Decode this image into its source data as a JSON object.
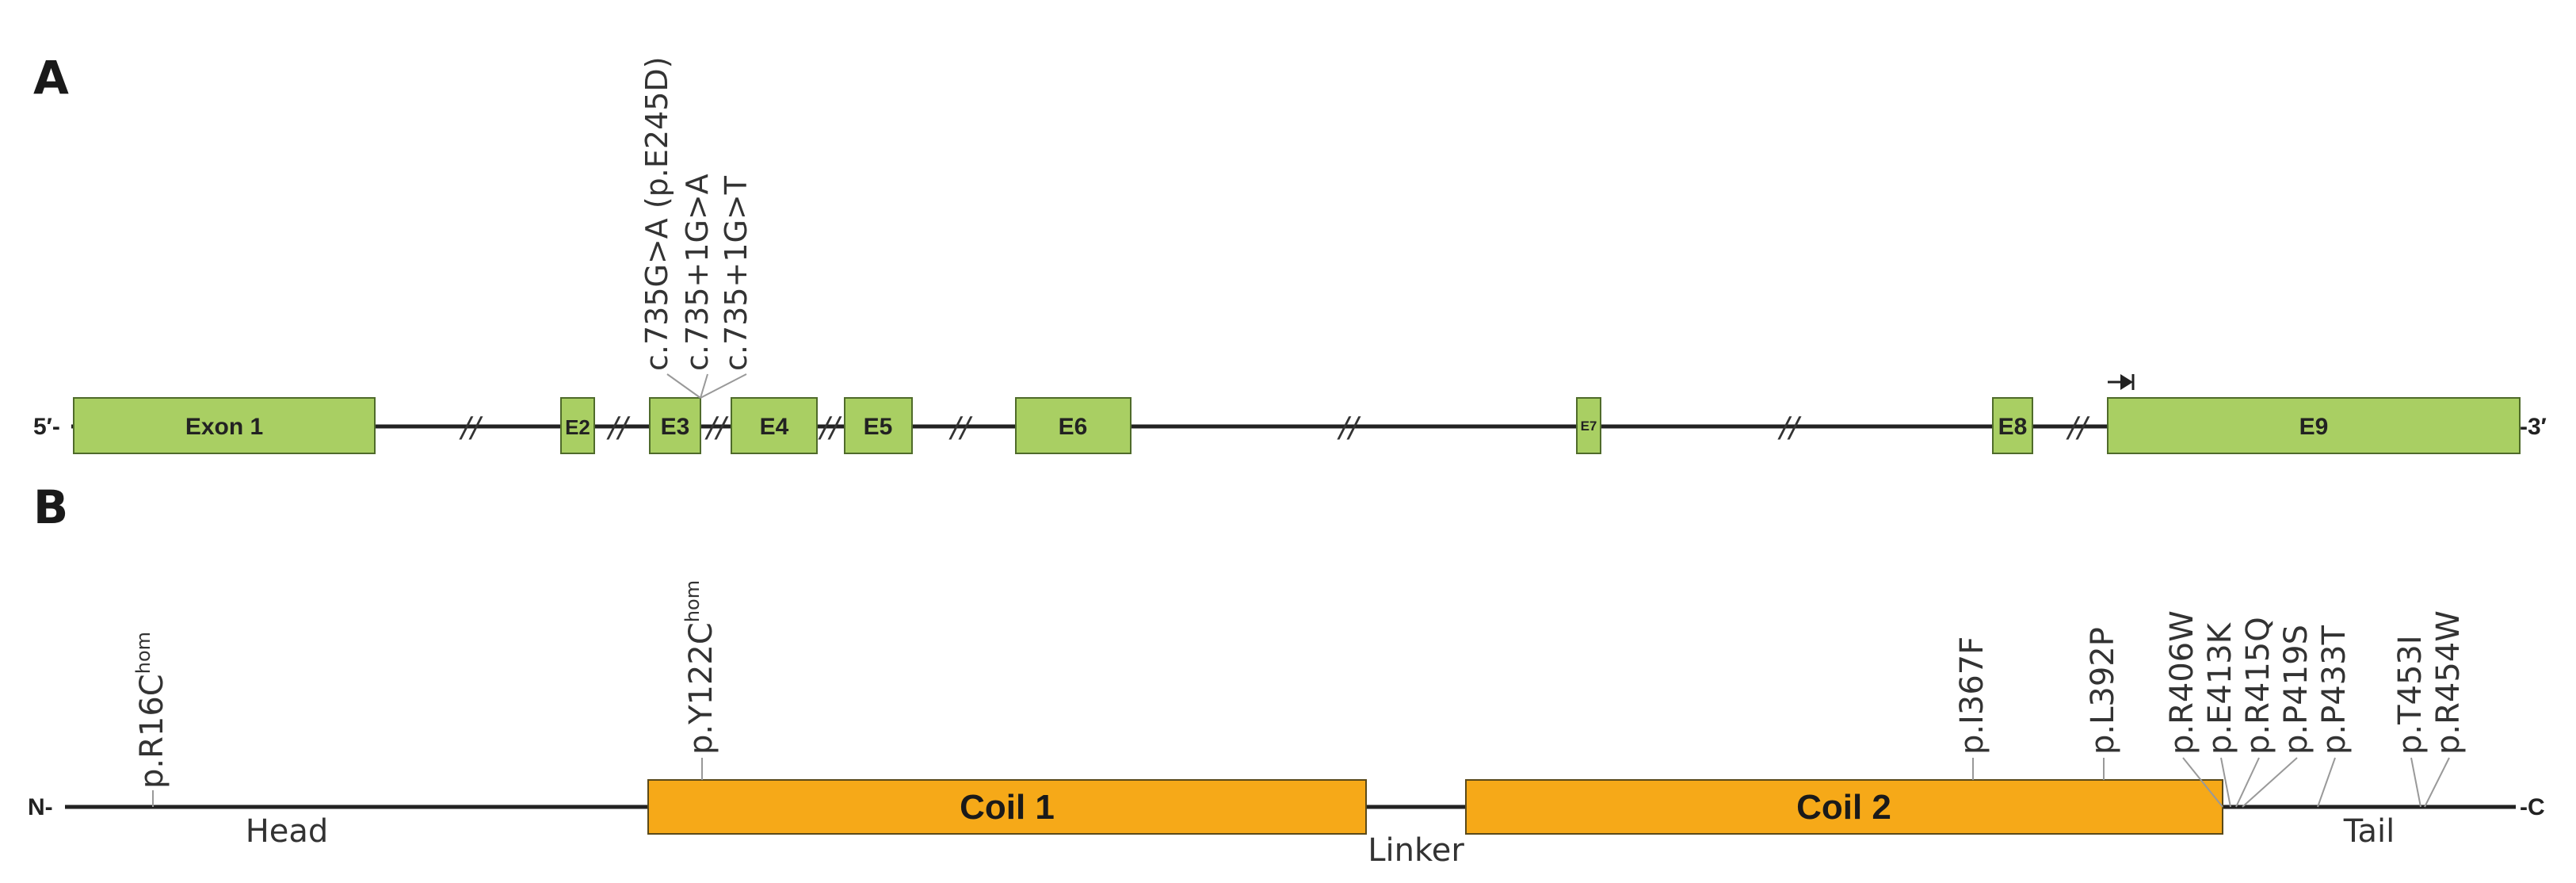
{
  "panel_a": {
    "letter": "A",
    "five_prime": "5′-",
    "three_prime": "-3′",
    "exons": [
      {
        "label": "Exon 1",
        "size": "large"
      },
      {
        "label": "E2",
        "size": "small"
      },
      {
        "label": "E3",
        "size": "normal"
      },
      {
        "label": "E4",
        "size": "normal"
      },
      {
        "label": "E5",
        "size": "normal"
      },
      {
        "label": "E6",
        "size": "normal"
      },
      {
        "label": "E7",
        "size": "tiny"
      },
      {
        "label": "E8",
        "size": "normal"
      },
      {
        "label": "E9",
        "size": "large"
      }
    ],
    "intron_break_mark": "//",
    "variants": [
      "c.735G>A (p.E245D)",
      "c.735+1G>A",
      "c.735+1G>T"
    ],
    "exon_color": "#a9cf63",
    "exon_border": "#4f6b2a"
  },
  "panel_b": {
    "letter": "B",
    "n_term": "N-",
    "c_term": "-C",
    "domains": [
      {
        "label": "Coil 1"
      },
      {
        "label": "Coil 2"
      }
    ],
    "regions": {
      "head": "Head",
      "linker": "Linker",
      "tail": "Tail"
    },
    "variants": [
      {
        "label": "p.R16C",
        "sup": "hom"
      },
      {
        "label": "p.Y122C",
        "sup": "hom"
      },
      {
        "label": "p.I367F",
        "sup": ""
      },
      {
        "label": "p.L392P",
        "sup": ""
      },
      {
        "label": "p.R406W",
        "sup": ""
      },
      {
        "label": "p.E413K",
        "sup": ""
      },
      {
        "label": "p.R415Q",
        "sup": ""
      },
      {
        "label": "p.P419S",
        "sup": ""
      },
      {
        "label": "p.P433T",
        "sup": ""
      },
      {
        "label": "p.T453I",
        "sup": ""
      },
      {
        "label": "p.R454W",
        "sup": ""
      }
    ],
    "domain_color": "#f6a918",
    "domain_border": "#5a4a1a"
  }
}
